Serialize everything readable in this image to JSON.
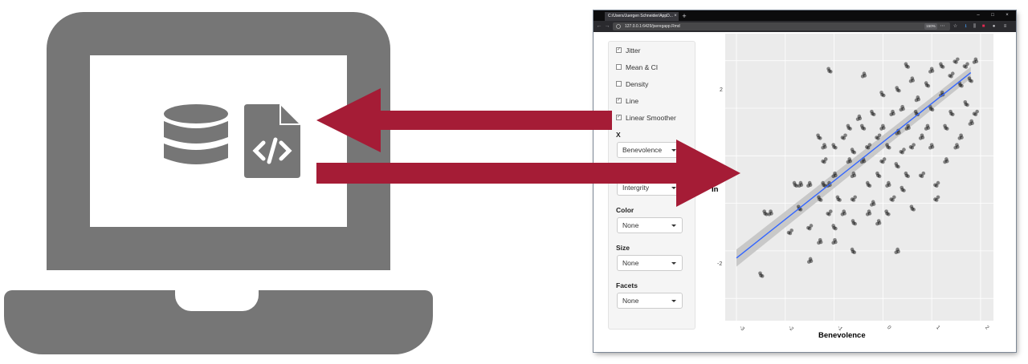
{
  "browser": {
    "tab_title": "C:/Users/Juergen Schneider/AppD...",
    "tab_close": "×",
    "new_tab": "+",
    "url": "127.0.0.1:6429/jseregapp.Rmd",
    "zoom": "150%",
    "window_controls": [
      "–",
      "□",
      "×"
    ],
    "nav_back": "←",
    "nav_forward": "→"
  },
  "sidebar": {
    "checkboxes": [
      {
        "label": "Jitter",
        "checked": true
      },
      {
        "label": "Mean & CI",
        "checked": false
      },
      {
        "label": "Density",
        "checked": false
      },
      {
        "label": "Line",
        "checked": true
      },
      {
        "label": "Linear Smoother",
        "checked": true
      }
    ],
    "controls": [
      {
        "label": "X",
        "value": "Benevolence"
      },
      {
        "label": "",
        "value": "Intergrity"
      },
      {
        "label": "Color",
        "value": "None"
      },
      {
        "label": "Size",
        "value": "None"
      },
      {
        "label": "Facets",
        "value": "None"
      }
    ]
  },
  "colors": {
    "laptop": "#767676",
    "arrow": "#a51c36",
    "smoother_line": "#3366ff",
    "panel_bg": "#ebebeb"
  },
  "icons": [
    "laptop-icon",
    "database-icon",
    "code-file-icon",
    "arrow-left-icon",
    "arrow-right-icon"
  ],
  "chart_data": {
    "type": "scatter",
    "xlabel": "Benevolence",
    "ylabel": "In",
    "x_ticks": [
      "-3",
      "-2",
      "-1",
      "0",
      "1",
      "2"
    ],
    "y_ticks": [
      "2",
      "-2"
    ],
    "xlim": [
      -3.0,
      2.1
    ],
    "ylim": [
      -3.3,
      2.4
    ],
    "points": [
      [
        -2.4,
        -1.2
      ],
      [
        -2.3,
        -1.2
      ],
      [
        -1.9,
        -1.6
      ],
      [
        -1.8,
        -0.6
      ],
      [
        -1.7,
        -0.6
      ],
      [
        -1.7,
        -1.1
      ],
      [
        -1.5,
        -0.6
      ],
      [
        -1.5,
        -1.5
      ],
      [
        -1.3,
        -0.9
      ],
      [
        -1.3,
        -1.8
      ],
      [
        -1.2,
        -0.6
      ],
      [
        -1.1,
        -0.6
      ],
      [
        -1.1,
        -1.2
      ],
      [
        -1.0,
        -1.5
      ],
      [
        -1.0,
        -1.8
      ],
      [
        -1.3,
        0.4
      ],
      [
        -1.2,
        0.2
      ],
      [
        -1.2,
        -0.1
      ],
      [
        -1.0,
        0.2
      ],
      [
        -1.0,
        -0.4
      ],
      [
        -0.9,
        -0.9
      ],
      [
        -0.8,
        -1.2
      ],
      [
        -0.8,
        0.4
      ],
      [
        -0.7,
        0.6
      ],
      [
        -0.7,
        -0.1
      ],
      [
        -0.6,
        0.1
      ],
      [
        -0.6,
        -0.4
      ],
      [
        -0.6,
        -0.9
      ],
      [
        -0.6,
        -1.4
      ],
      [
        -0.5,
        0.8
      ],
      [
        -0.4,
        0.6
      ],
      [
        -0.4,
        -0.1
      ],
      [
        -0.3,
        0.2
      ],
      [
        -0.3,
        -0.6
      ],
      [
        -0.3,
        -1.2
      ],
      [
        -0.2,
        0.9
      ],
      [
        -0.2,
        -1.0
      ],
      [
        -0.1,
        0.4
      ],
      [
        -0.1,
        -0.4
      ],
      [
        -0.1,
        -1.4
      ],
      [
        0.0,
        1.3
      ],
      [
        0.0,
        0.6
      ],
      [
        0.0,
        -0.1
      ],
      [
        0.1,
        0.2
      ],
      [
        0.1,
        -0.6
      ],
      [
        0.1,
        -1.2
      ],
      [
        0.2,
        0.9
      ],
      [
        0.2,
        -0.9
      ],
      [
        0.3,
        1.4
      ],
      [
        0.3,
        0.5
      ],
      [
        0.3,
        -0.2
      ],
      [
        0.4,
        1.0
      ],
      [
        0.4,
        0.1
      ],
      [
        0.4,
        -0.7
      ],
      [
        0.5,
        0.6
      ],
      [
        0.5,
        -0.4
      ],
      [
        0.6,
        1.6
      ],
      [
        0.6,
        0.2
      ],
      [
        0.6,
        -1.1
      ],
      [
        0.7,
        1.2
      ],
      [
        0.7,
        0.9
      ],
      [
        0.8,
        0.4
      ],
      [
        0.8,
        -0.4
      ],
      [
        0.9,
        1.5
      ],
      [
        0.9,
        0.6
      ],
      [
        1.0,
        1.0
      ],
      [
        1.0,
        0.2
      ],
      [
        1.1,
        -0.6
      ],
      [
        1.2,
        1.9
      ],
      [
        1.2,
        1.3
      ],
      [
        1.3,
        0.6
      ],
      [
        1.3,
        -0.1
      ],
      [
        1.4,
        1.7
      ],
      [
        1.4,
        0.9
      ],
      [
        1.5,
        0.2
      ],
      [
        1.6,
        1.5
      ],
      [
        1.6,
        0.4
      ],
      [
        1.7,
        1.9
      ],
      [
        1.7,
        1.1
      ],
      [
        1.8,
        0.7
      ],
      [
        1.8,
        1.6
      ],
      [
        1.9,
        2.0
      ],
      [
        1.9,
        0.9
      ],
      [
        -1.1,
        1.8
      ],
      [
        -0.4,
        1.7
      ],
      [
        0.5,
        1.9
      ],
      [
        1.0,
        1.8
      ],
      [
        1.5,
        2.0
      ],
      [
        -2.5,
        -2.5
      ],
      [
        -1.5,
        -2.2
      ],
      [
        -0.6,
        -2.0
      ],
      [
        0.3,
        -2.0
      ],
      [
        1.1,
        -0.9
      ]
    ],
    "fit_line": {
      "x": [
        -3.0,
        1.8
      ],
      "y": [
        -2.15,
        1.75
      ]
    }
  }
}
